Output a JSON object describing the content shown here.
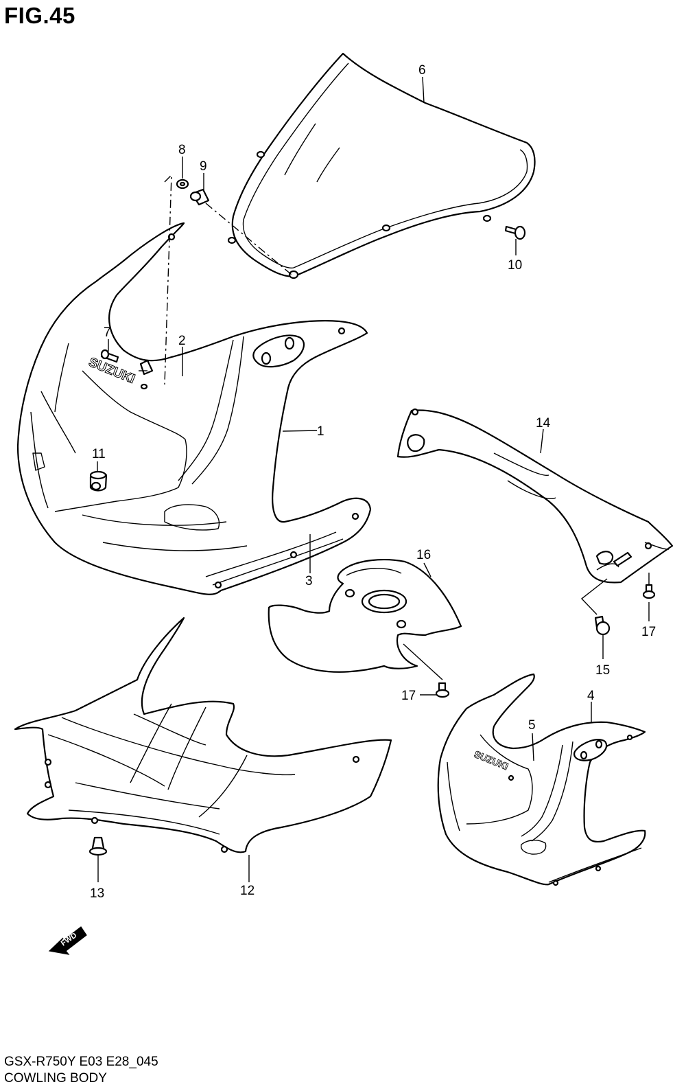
{
  "figure": {
    "title": "FIG.45",
    "model_code": "GSX-R750Y E03 E28_045",
    "caption": "COWLING BODY"
  },
  "brand_mark": "SUZUKI",
  "fwd_label": "FWD",
  "callouts": [
    {
      "id": "1",
      "label": "1"
    },
    {
      "id": "2",
      "label": "2"
    },
    {
      "id": "3",
      "label": "3"
    },
    {
      "id": "4",
      "label": "4"
    },
    {
      "id": "5",
      "label": "5"
    },
    {
      "id": "6",
      "label": "6"
    },
    {
      "id": "7",
      "label": "7"
    },
    {
      "id": "8",
      "label": "8"
    },
    {
      "id": "9",
      "label": "9"
    },
    {
      "id": "10",
      "label": "10"
    },
    {
      "id": "11",
      "label": "11"
    },
    {
      "id": "12",
      "label": "12"
    },
    {
      "id": "13",
      "label": "13"
    },
    {
      "id": "14",
      "label": "14"
    },
    {
      "id": "15",
      "label": "15"
    },
    {
      "id": "16",
      "label": "16"
    },
    {
      "id": "17a",
      "label": "17"
    },
    {
      "id": "17b",
      "label": "17"
    }
  ]
}
